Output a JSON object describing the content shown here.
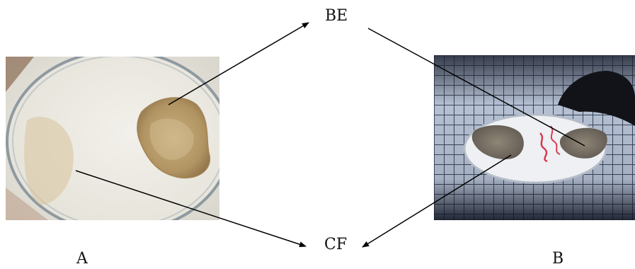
{
  "labels": {
    "top_center": "BE",
    "bottom_center": "CF",
    "left_panel": "A",
    "right_panel": "B"
  },
  "panels": [
    {
      "id": "A",
      "subject": "petri-dish-on-white-background"
    },
    {
      "id": "B",
      "subject": "petri-dish-on-grid-background"
    }
  ],
  "colors": {
    "arrow": "#000000",
    "background": "#ffffff"
  }
}
